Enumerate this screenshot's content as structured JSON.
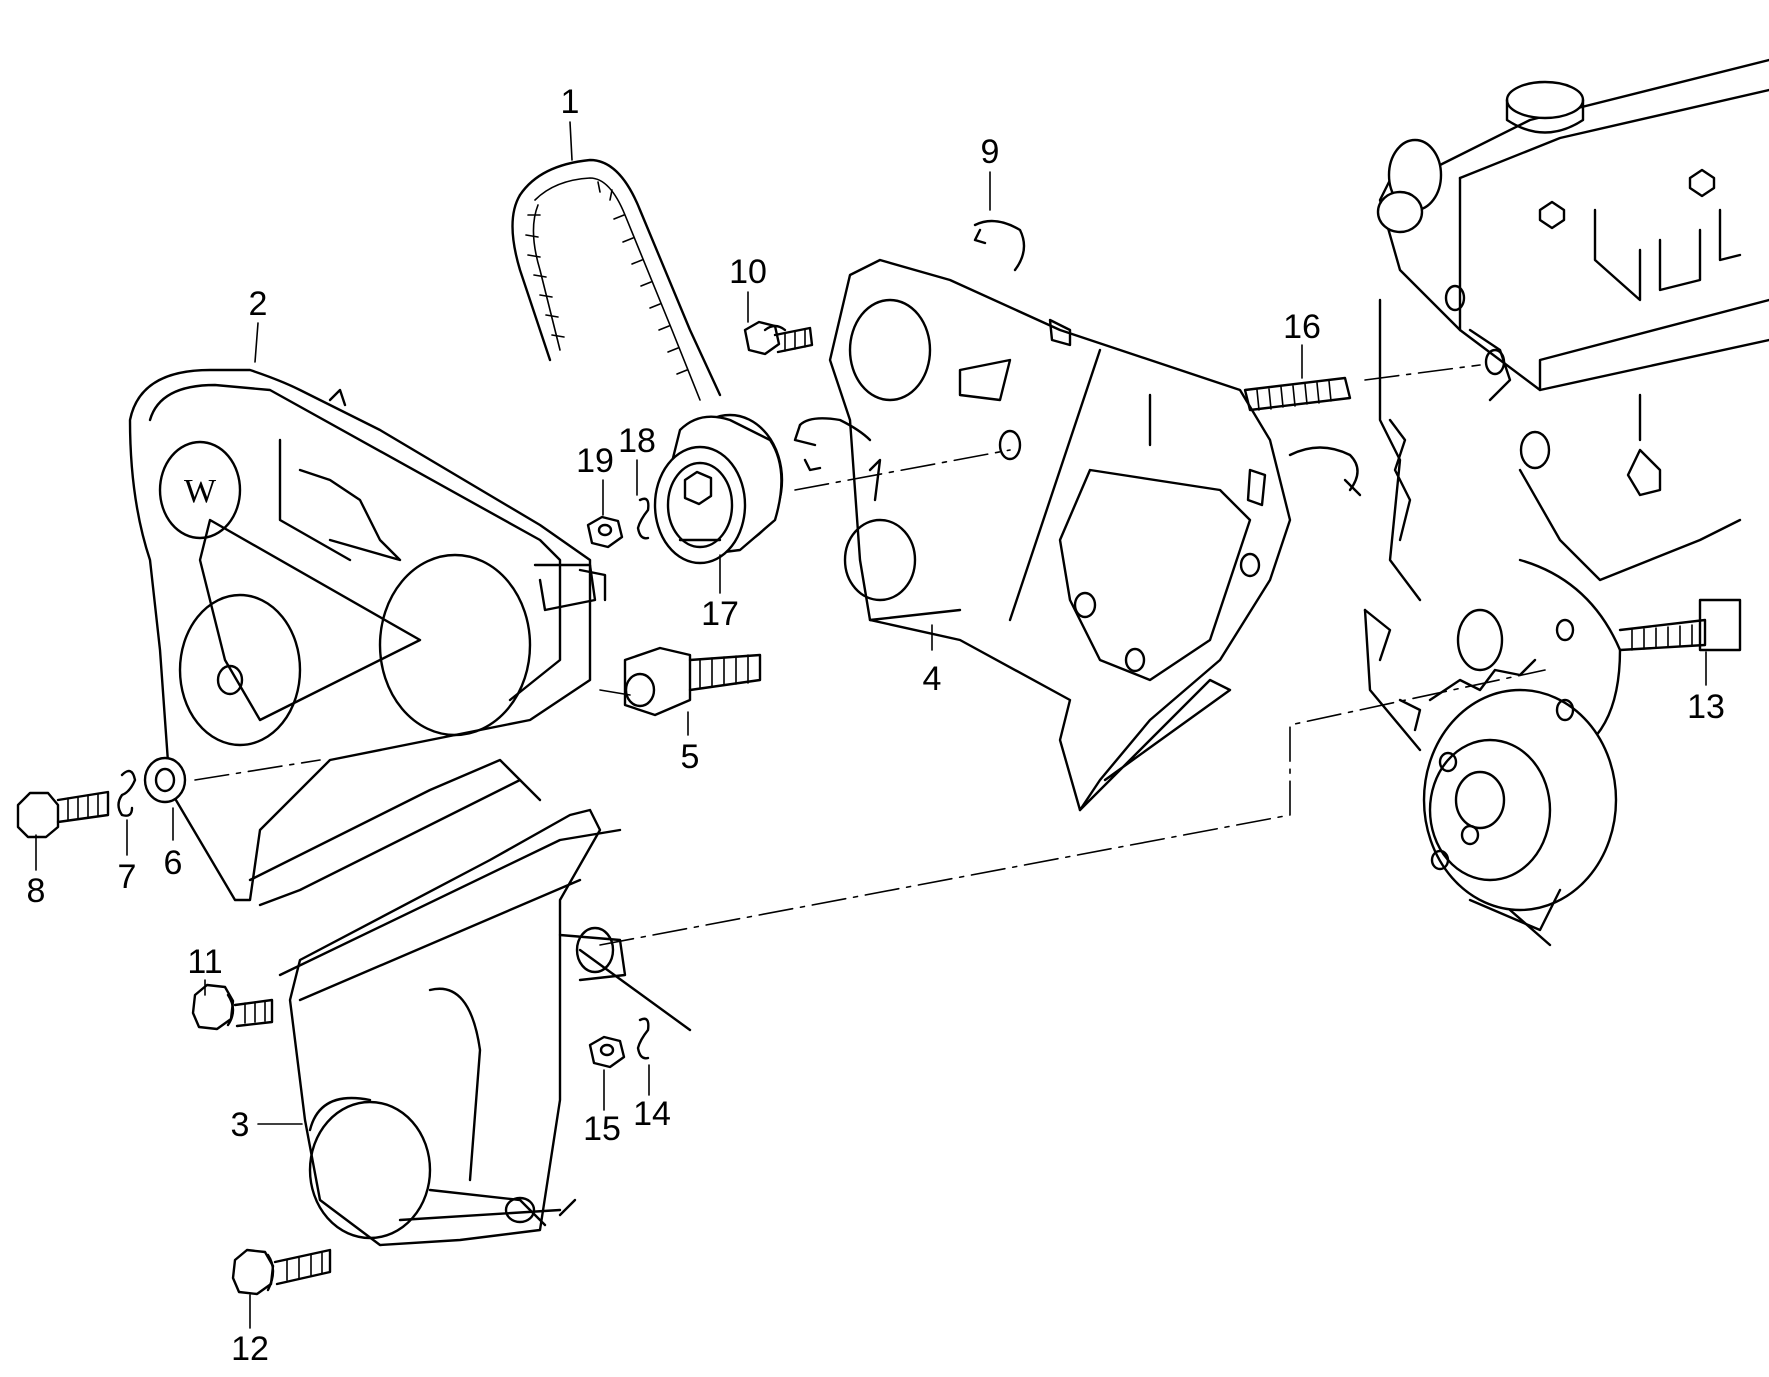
{
  "callouts": [
    {
      "id": "callout-1",
      "number": "1"
    },
    {
      "id": "callout-2",
      "number": "2"
    },
    {
      "id": "callout-3",
      "number": "3"
    },
    {
      "id": "callout-4",
      "number": "4"
    },
    {
      "id": "callout-5",
      "number": "5"
    },
    {
      "id": "callout-6",
      "number": "6"
    },
    {
      "id": "callout-7",
      "number": "7"
    },
    {
      "id": "callout-8",
      "number": "8"
    },
    {
      "id": "callout-9",
      "number": "9"
    },
    {
      "id": "callout-10",
      "number": "10"
    },
    {
      "id": "callout-11",
      "number": "11"
    },
    {
      "id": "callout-12",
      "number": "12"
    },
    {
      "id": "callout-13",
      "number": "13"
    },
    {
      "id": "callout-14",
      "number": "14"
    },
    {
      "id": "callout-15",
      "number": "15"
    },
    {
      "id": "callout-16",
      "number": "16"
    },
    {
      "id": "callout-17",
      "number": "17"
    },
    {
      "id": "callout-18",
      "number": "18"
    },
    {
      "id": "callout-19",
      "number": "19"
    }
  ],
  "parts": [
    {
      "name": "timing-belt"
    },
    {
      "name": "upper-timing-belt-cover"
    },
    {
      "name": "lower-timing-belt-cover"
    },
    {
      "name": "rear-timing-belt-guard"
    },
    {
      "name": "spacer-stud"
    },
    {
      "name": "washer"
    },
    {
      "name": "spring-washer"
    },
    {
      "name": "hex-bolt"
    },
    {
      "name": "retaining-clip"
    },
    {
      "name": "bolt"
    },
    {
      "name": "tensioner-pulley"
    },
    {
      "name": "hex-nut"
    },
    {
      "name": "stud"
    },
    {
      "name": "engine-block"
    }
  ],
  "colors": {
    "ink": "#000000",
    "paper": "#ffffff"
  }
}
